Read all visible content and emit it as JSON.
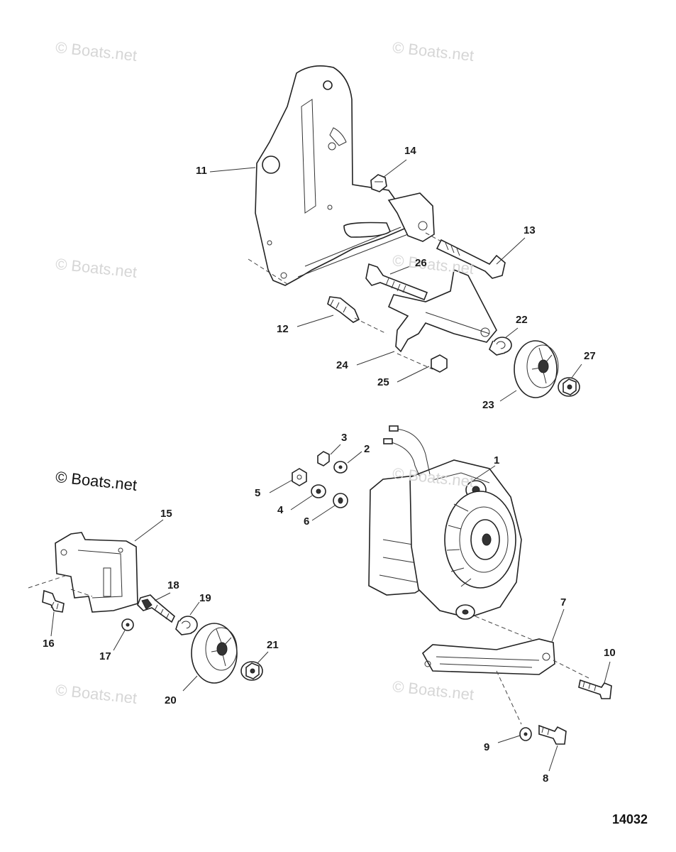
{
  "watermarks": {
    "w1": "© Boats.net",
    "w2": "© Boats.net",
    "w3": "© Boats.net",
    "w4": "© Boats.net",
    "w5": "© Boats.net",
    "w6": "© Boats.net",
    "w7": "© Boats.net",
    "w8": "© Boats.net"
  },
  "callouts": {
    "c1": "1",
    "c2": "2",
    "c3": "3",
    "c4": "4",
    "c5": "5",
    "c6": "6",
    "c7": "7",
    "c8": "8",
    "c9": "9",
    "c10": "10",
    "c11": "11",
    "c12": "12",
    "c13": "13",
    "c14": "14",
    "c15": "15",
    "c16": "16",
    "c17": "17",
    "c18": "18",
    "c19": "19",
    "c20": "20",
    "c21": "21",
    "c22": "22",
    "c23": "23",
    "c24": "24",
    "c25": "25",
    "c26": "26",
    "c27": "27"
  },
  "diagram_id": "14032"
}
